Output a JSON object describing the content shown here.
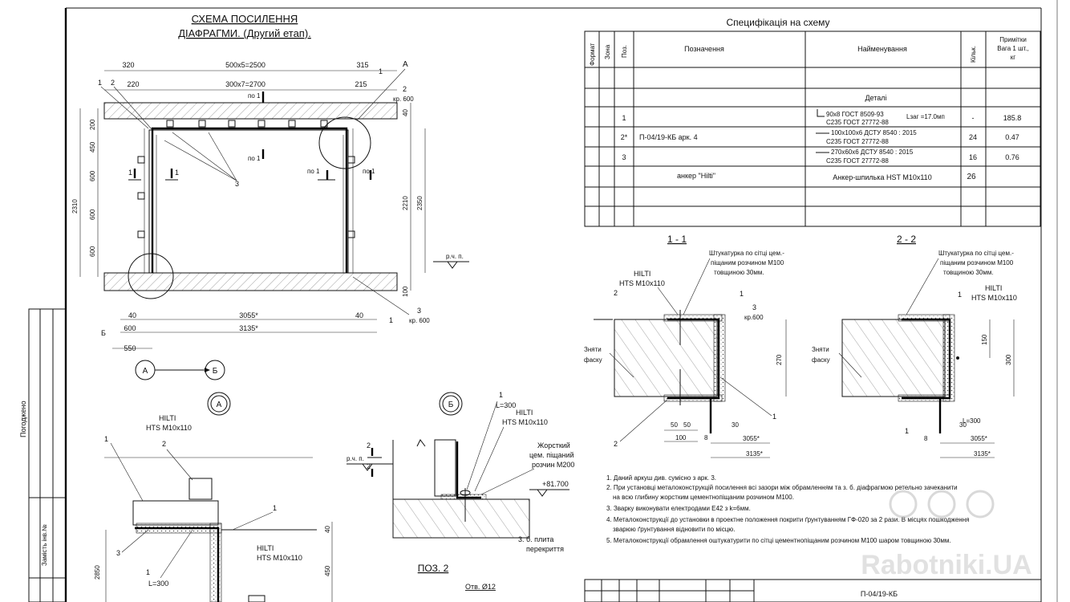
{
  "plan": {
    "title1": "СХЕМА ПОСИЛЕННЯ",
    "title2": "ДІАФРАГМИ. (Другий етап).",
    "dim_top_1": "320",
    "dim_top_2": "500x5=2500",
    "dim_top_3": "315",
    "dim_top_4": "220",
    "dim_top_5": "300x7=2700",
    "dim_top_6": "215",
    "dim_left_1": "200",
    "dim_left_2": "450",
    "dim_left_3": "600",
    "dim_left_4": "600",
    "dim_left_5": "600",
    "dim_left_total": "2310",
    "dim_right_1": "40",
    "dim_right_2": "2210",
    "dim_right_3": "2350",
    "dim_right_4": "100",
    "dim_bot_1": "40",
    "dim_bot_2": "3055*",
    "dim_bot_3": "40",
    "dim_bot_4": "600",
    "dim_bot_5": "3135*",
    "dim_bot_6": "550",
    "cut_label": "по 1",
    "cut_num": "1",
    "mark_rch": "р.ч. п.",
    "kr": "кр. 600",
    "kr2": "кр. 600",
    "pos1": "1",
    "pos2": "2",
    "pos3": "3",
    "letter_a": "А",
    "letter_b": "Б"
  },
  "spec": {
    "title": "Специфікація на схему",
    "headers": [
      "Формат",
      "Зона",
      "Поз.",
      "Позначення",
      "Найменування",
      "Кільк.",
      "Примітки Вага 1 шт., кг"
    ],
    "section": "Деталі",
    "rows": [
      {
        "pos": "1",
        "code": "",
        "name1": "90x8 ГОСТ 8509-93",
        "name2": "С235 ГОСТ 27772-88",
        "extra": "Lзаг =17.0мп",
        "qty": "-",
        "note": "185.8"
      },
      {
        "pos": "2*",
        "code": "П-04/19-КБ арк. 4",
        "name1": "100x100x6 ДСТУ 8540 : 2015",
        "name2": "С235 ГОСТ 27772-88",
        "extra": "",
        "qty": "24",
        "note": "0.47"
      },
      {
        "pos": "3",
        "code": "",
        "name1": "270x60x6 ДСТУ 8540 : 2015",
        "name2": "С235 ГОСТ 27772-88",
        "extra": "",
        "qty": "16",
        "note": "0.76"
      },
      {
        "pos": "",
        "code": "анкер \"Hilti\"",
        "name1": "Анкер-шпилька HST M10x110",
        "name2": "",
        "extra": "",
        "qty": "26",
        "note": ""
      }
    ]
  },
  "sec11": {
    "title": "1 - 1",
    "note1": "Штукатурка по сітці цем.-",
    "note2": "піщаним розчином  M100",
    "note3": "товщиною 30мм.",
    "hilti": "HILTI",
    "hts": "HTS M10x110",
    "chamfer1": "Зняти",
    "chamfer2": "фаску",
    "kr": "кр.600",
    "d270": "270",
    "d50a": "50",
    "d50b": "50",
    "d100": "100",
    "d8": "8",
    "d30": "30",
    "d3055": "3055*",
    "d3135": "3135*",
    "p1": "1",
    "p2": "2",
    "p3": "3"
  },
  "sec22": {
    "title": "2 - 2",
    "note1": "Штукатурка по сітці цем.-",
    "note2": "піщаним розчином  M100",
    "note3": "товщиною 30мм.",
    "hilti": "HILTI",
    "hts": "HTS M10x110",
    "chamfer1": "Зняти",
    "chamfer2": "фаску",
    "d150": "150",
    "d300": "300",
    "d30": "30",
    "l300": "L=300",
    "d8": "8",
    "d3055": "3055*",
    "d3135": "3135*",
    "p1": "1"
  },
  "nodeA": {
    "label": "А",
    "hilti": "HILTI",
    "hts": "HTS M10x110",
    "hts2": "HTS M10x110",
    "l300": "L=300",
    "d2850": "2850",
    "d40": "40",
    "d450": "450",
    "p1": "1",
    "p2": "2",
    "p3": "3"
  },
  "nodeB": {
    "label": "Б",
    "l300": "L=300",
    "hilti": "HILTI",
    "hts": "HTS M10x110",
    "n1": "Жорсткий",
    "n2": "цем. піщаний",
    "n3": "розчин M200",
    "level": "+81.700",
    "rch": "р.ч. п.",
    "slab1": "3. б. плита",
    "slab2": "перекриття",
    "pos": "ПОЗ. 2",
    "hole": "Отв. Ø12",
    "p1": "1",
    "p2": "2"
  },
  "notes": [
    "1. Даний аркуш див. сумісно з арк. 3.",
    "2. При установці металоконструкцій посилення всі зазори між обрамленням та з. б. діафрагмою ретельно зачеканити",
    "    на всю глибину жорстким цементнопіщаним розчином M100.",
    "3. Зварку виконувати електродами E42 з k=6мм.",
    "4. Металоконструкції до установки в проектне положення покрити ґрунтуванням ГФ-020 за 2 рази. В місцях пошкодження",
    "    зварюю ґрунтування відновити по місцю.",
    "5. Металоконструкції обрамлення оштукатурити по сітці цементнопіщаним розчином M100 шаром товщиною 30мм."
  ],
  "stamp": {
    "code": "П-04/19-КБ",
    "agreed": "Погоджено",
    "replace": "Замість інв.№"
  },
  "watermark": "Rabotniki.UA"
}
